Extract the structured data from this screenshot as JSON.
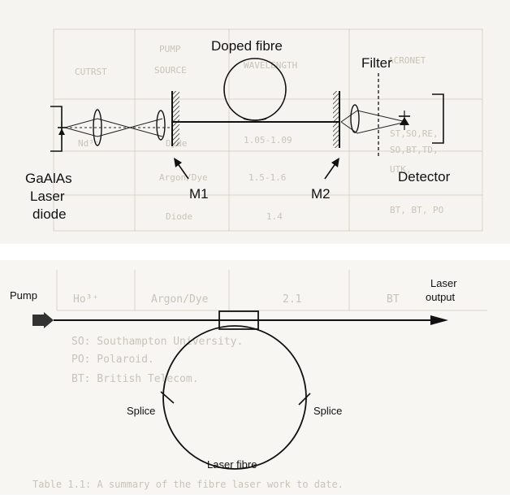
{
  "top_diagram": {
    "doped_fibre_label": "Doped fibre",
    "filter_label": "Filter",
    "laser_diode_label_lines": [
      "GaAlAs",
      "Laser",
      "diode"
    ],
    "mirror_1_label": "M1",
    "mirror_2_label": "M2",
    "detector_label": "Detector",
    "background_table_text": [
      "CUTRST",
      "PUMP",
      "SOURCE",
      "WAVELENGTH",
      "ACRONET",
      "Nd³⁺",
      "Dyde",
      "1.05-1.09",
      "ST,SO,RE,",
      "SO,BT,TD,",
      "Argon/Dye",
      "1.5-1.6",
      "UTK,",
      "Diode",
      "1.4",
      "BT, BT, PO"
    ]
  },
  "bottom_diagram": {
    "pump_label": "Pump",
    "laser_output_label_lines": [
      "Laser",
      "output"
    ],
    "splice_left_label": "Splice",
    "splice_right_label": "Splice",
    "laser_fibre_label": "Laser fibre",
    "background_table_row": [
      "Ho³⁺",
      "Argon/Dye",
      "2.1",
      "BT"
    ],
    "background_footnotes": [
      "SO: Southampton University.",
      "PO: Polaroid.",
      "BT: British Telecom."
    ],
    "background_caption": "Table 1.1: A summary of the fibre laser work to date."
  }
}
